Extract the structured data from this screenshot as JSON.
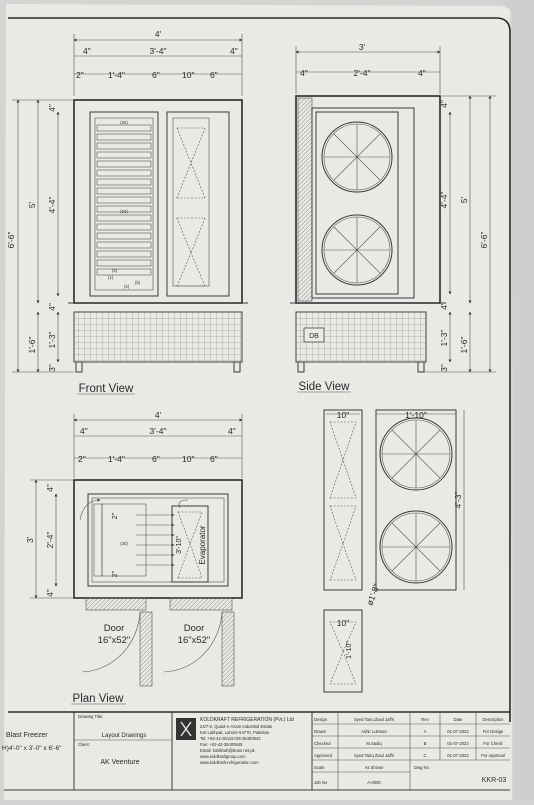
{
  "views": {
    "front": "Front View",
    "side": "Side View",
    "plan": "Plan View"
  },
  "dims": {
    "front": {
      "overall_w": "4'",
      "inner_w": "3'-4\"",
      "side_l": "4\"",
      "side_r": "4\"",
      "s1": "2\"",
      "s2": "1'-4\"",
      "s3": "6\"",
      "s4": "10\"",
      "s5": "6\"",
      "overall_h": "6'-6\"",
      "body_h": "5'",
      "inner_h": "4'-4\"",
      "top": "4\"",
      "bottom_gap": "4\"",
      "base_h": "1'-6\"",
      "base_inner": "1'-3\"",
      "leg": "3\""
    },
    "side": {
      "overall_w": "3'",
      "inner_w": "2'-4\"",
      "side_l": "4\"",
      "side_r": "4\"",
      "overall_h": "6'-6\"",
      "body_h": "5'",
      "inner_h": "4'-4\"",
      "top": "4\"",
      "bottom_gap": "4\"",
      "base_h": "1'-6\"",
      "base_inner": "1'-3\"",
      "leg": "3\""
    },
    "plan": {
      "overall_w": "4'",
      "inner_w": "3'-4\"",
      "side_l": "4\"",
      "side_r": "4\"",
      "s1": "2\"",
      "s2": "1'-4\"",
      "s3": "6\"",
      "s4": "10\"",
      "s5": "6\"",
      "depth": "3'",
      "inner_depth": "2'-4\"",
      "top": "4\"",
      "bottom": "4\"",
      "tray_a": "2\"",
      "tray_b": "2\"",
      "evap_w": "3'-10\""
    },
    "fans": {
      "top": "10\"",
      "right_w": "1'-10\"",
      "right_h": "4'-3\"",
      "dia": "ø1'-8\"",
      "small_top": "10\"",
      "small_side": "1'-10\""
    }
  },
  "labels": {
    "tray_marks": [
      "(20)",
      "(10)",
      "(4)",
      "(1)",
      "(2)",
      "(5)"
    ],
    "plan_tray": "(20)",
    "db": "DB",
    "evaporator": "Evaporator",
    "door1": "Door",
    "door1_size": "16\"x52\"",
    "door2": "Door",
    "door2_size": "16\"x52\""
  },
  "title_block": {
    "product": "Blast Freezer",
    "size": "H)4'-0\" x 3'-0\" x 6'-6\"",
    "drawing_title_label": "Drawing Title:",
    "drawing_title": "Layout Drawings",
    "client_label": "Client:",
    "client": "AK Veenture",
    "company": "KOLDKRAFT REFRIGERATION (Pvt.) Ltd",
    "address1": "24/7-5, Quaid-e-Azam Industrial Estate",
    "address2": "Kot Lakhpat, Lahore-54770, Pakistan",
    "tel": "Tel: +92-42-35115728-35400643",
    "fax": "Fax: +92-42-35400645",
    "email": "Email: koldkraft@brain.net.pk",
    "web1": "www.koldkraftgroup.com",
    "web2": "www.koldkraft-refrigeration.com",
    "rows": [
      {
        "role": "Design",
        "name": "Syed Tariq Ziaul Jaffri",
        "rev": "Rev",
        "date": "Date",
        "desc": "Description"
      },
      {
        "role": "Drawn",
        "name": "Ashir Lukman",
        "rev": "A",
        "date": "01-07-2022",
        "desc": "For Design"
      },
      {
        "role": "Checked",
        "name": "M.Sadiq",
        "rev": "B",
        "date": "01-07-2022",
        "desc": "For Check"
      },
      {
        "role": "Approved",
        "name": "Syed Tariq Ziaul Jaffri",
        "rev": "C",
        "date": "01-07-2022",
        "desc": "For Approval"
      },
      {
        "role": "Scale",
        "name": "As Shown",
        "rev": "Dwg No",
        "date": "",
        "desc": ""
      },
      {
        "role": "Job No",
        "name": "A-0000",
        "rev": "",
        "date": "",
        "desc": "KKR-03"
      }
    ]
  }
}
